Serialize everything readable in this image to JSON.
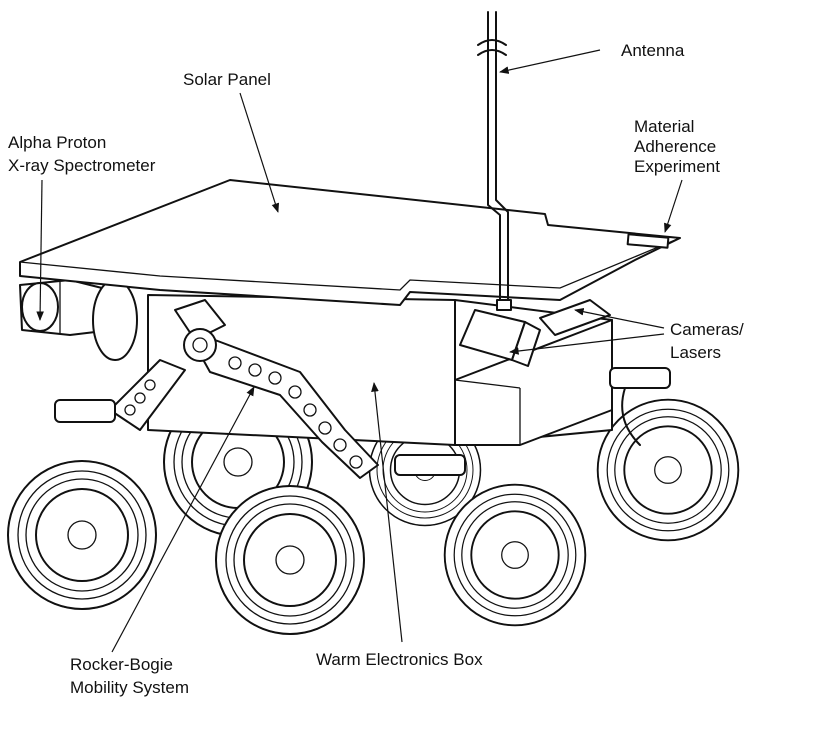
{
  "labels": {
    "antenna": "Antenna",
    "solar_panel": "Solar Panel",
    "apxs_line1": "Alpha Proton",
    "apxs_line2": "X-ray Spectrometer",
    "mae_line1": "Material",
    "mae_line2": "Adherence",
    "mae_line3": "Experiment",
    "cameras_line1": "Cameras/",
    "cameras_line2": "Lasers",
    "rocker_line1": "Rocker-Bogie",
    "rocker_line2": "Mobility System",
    "web": "Warm Electronics Box"
  }
}
